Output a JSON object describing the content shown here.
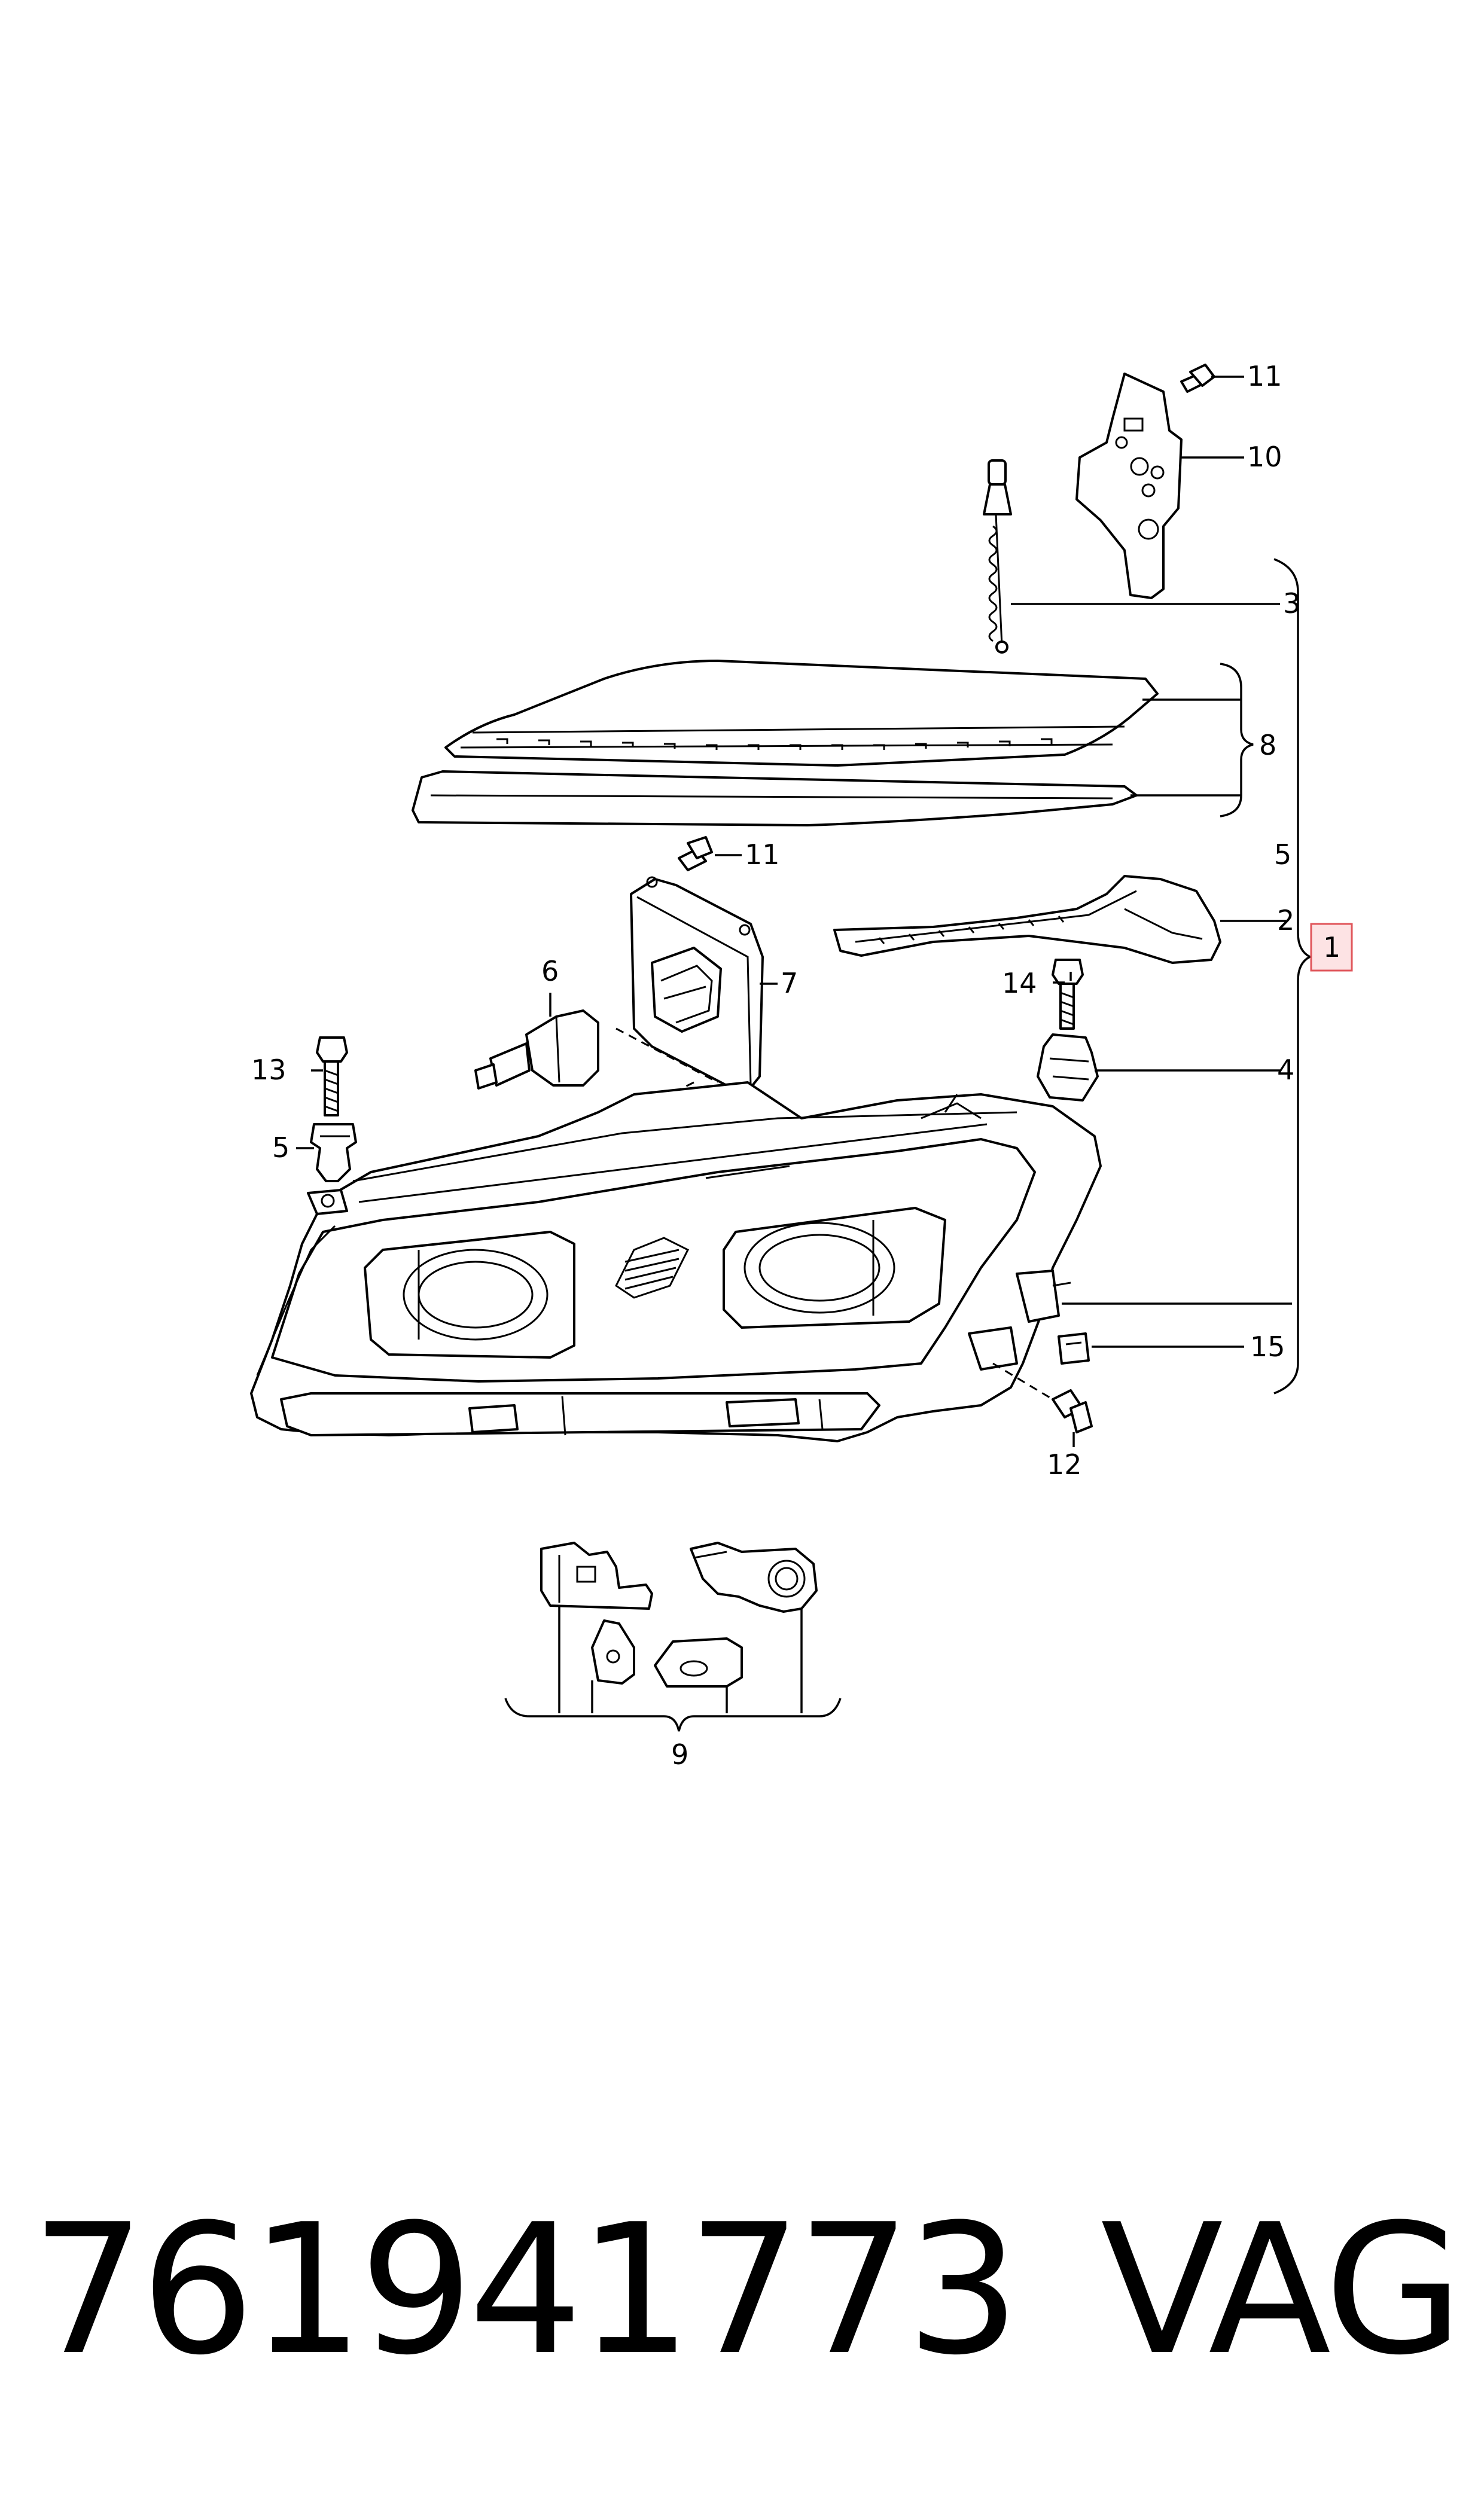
{
  "callouts": {
    "c1": "1",
    "c2": "2",
    "c3": "3",
    "c4": "4",
    "c5_right": "5",
    "c5_left": "5",
    "c6": "6",
    "c7": "7",
    "c8": "8",
    "c9": "9",
    "c10": "10",
    "c11_top": "11",
    "c11_mid": "11",
    "c12": "12",
    "c13": "13",
    "c14": "14",
    "c15": "15"
  },
  "footer": {
    "part_number": "761941773",
    "brand": "VAG"
  },
  "colors": {
    "line": "#000000",
    "highlight_border": "#e0555a",
    "highlight_fill": "#fde3e4"
  }
}
